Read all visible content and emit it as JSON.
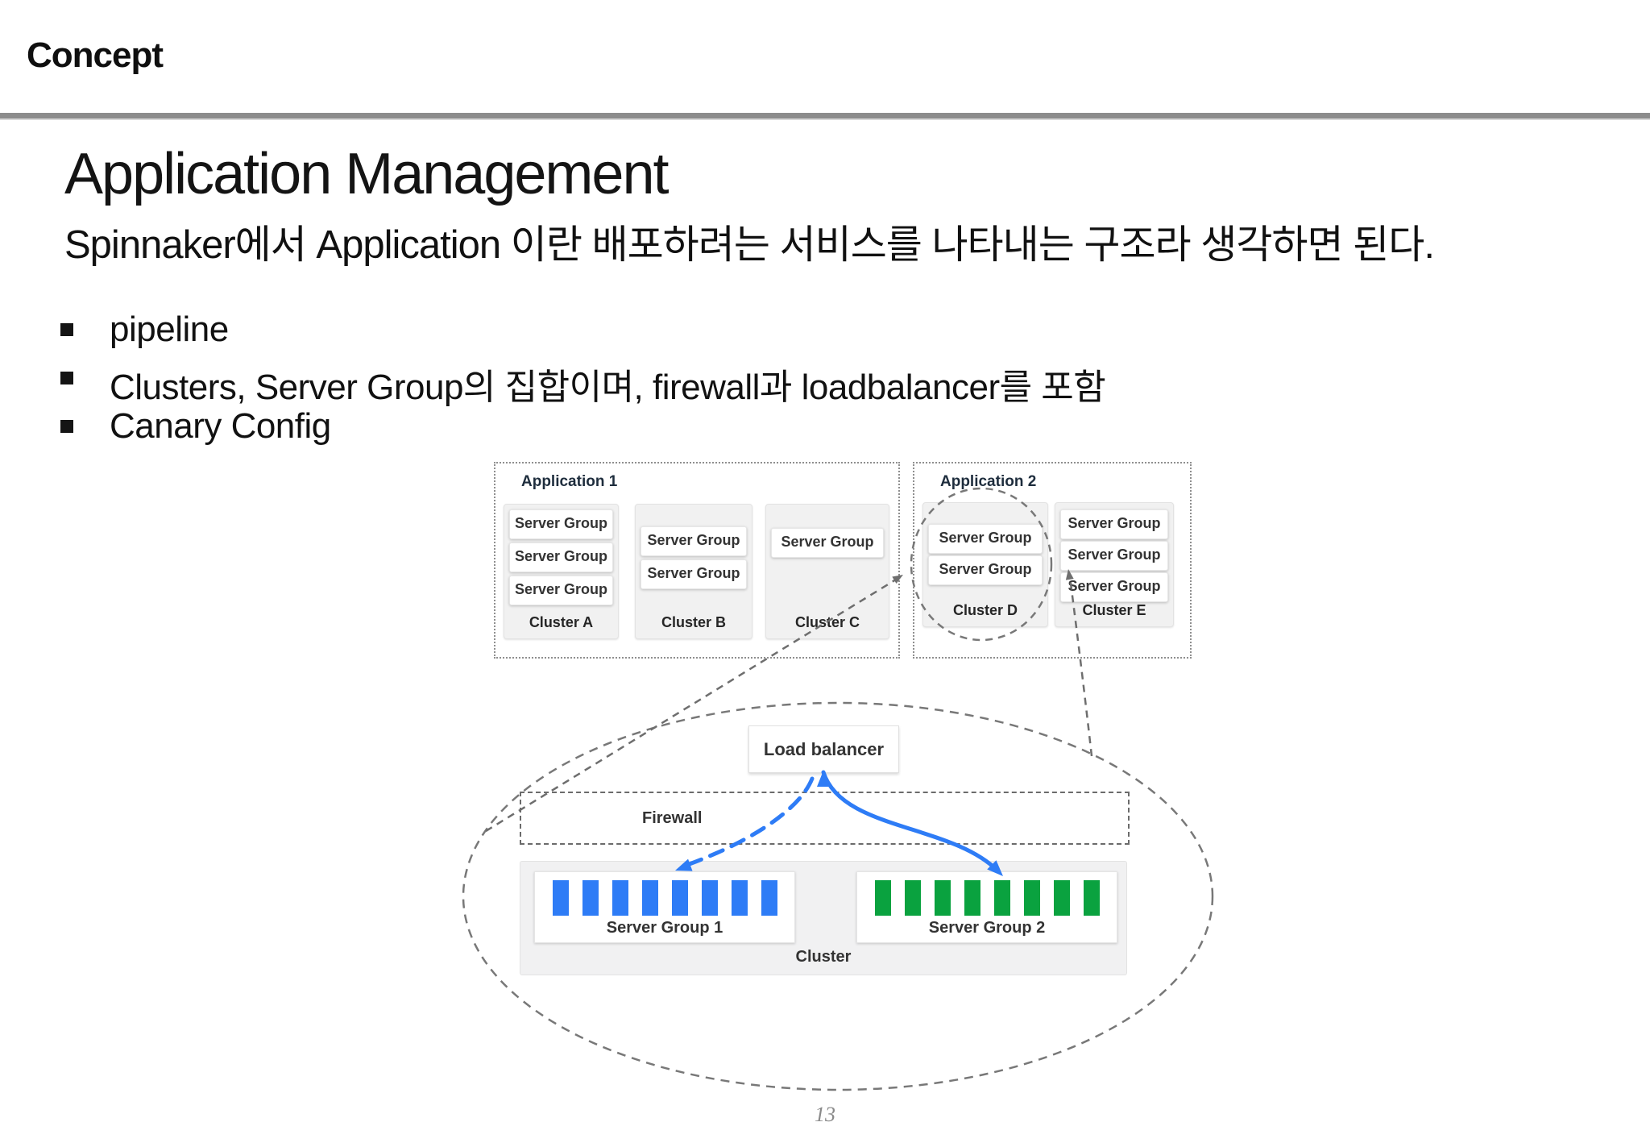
{
  "slide": {
    "header": "Concept",
    "title": "Application Management",
    "subtitle": "Spinnaker에서 Application 이란 배포하려는 서비스를 나타내는 구조라 생각하면 된다.",
    "bullets": [
      "pipeline",
      "Clusters, Server Group의 집합이며, firewall과 loadbalancer를 포함",
      "Canary Config"
    ],
    "page_number": "13"
  },
  "diagram": {
    "applications": [
      {
        "label": "Application 1",
        "clusters": [
          {
            "name": "Cluster A",
            "server_groups": [
              "Server Group",
              "Server Group",
              "Server Group"
            ]
          },
          {
            "name": "Cluster B",
            "server_groups": [
              "Server Group",
              "Server Group"
            ]
          },
          {
            "name": "Cluster C",
            "server_groups": [
              "Server Group"
            ]
          }
        ]
      },
      {
        "label": "Application 2",
        "clusters": [
          {
            "name": "Cluster D",
            "server_groups": [
              "Server Group",
              "Server Group"
            ]
          },
          {
            "name": "Cluster E",
            "server_groups": [
              "Server Group",
              "Server Group",
              "Server Group"
            ]
          }
        ]
      }
    ],
    "load_balancer_label": "Load balancer",
    "firewall_label": "Firewall",
    "cluster_detail": {
      "label": "Cluster",
      "groups": [
        {
          "label": "Server Group 1",
          "instance_count": 8,
          "color": "#2e7cf6"
        },
        {
          "label": "Server Group 2",
          "instance_count": 8,
          "color": "#0aa23f"
        }
      ]
    },
    "colors": {
      "traffic_blue": "#2e7cf6",
      "instance_green": "#0aa23f",
      "dash_gray": "#6e6e6e"
    }
  }
}
